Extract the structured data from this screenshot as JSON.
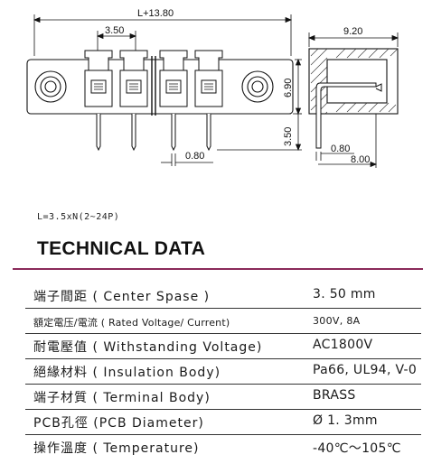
{
  "drawing": {
    "dim_total": "L+13.80",
    "dim_pitch": "3.50",
    "dim_height": "6.90",
    "dim_pin_length": "3.50",
    "dim_pin_width": "0.80",
    "dim_side_width": "9.20",
    "dim_side_pin": "0.80",
    "dim_side_depth": "8.00"
  },
  "formula": "L=3.5xN(2~24P)",
  "title": "TECHNICAL DATA",
  "specs": [
    {
      "label": "端子間距 ( Center Spase )",
      "value": "3. 50 mm"
    },
    {
      "label": "額定電压/電流 ( Rated Voltage/ Current)",
      "value": "300V, 8A"
    },
    {
      "label": "耐電壓值 ( Withstanding Voltage)",
      "value": "AC1800V"
    },
    {
      "label": "絕緣材料 ( Insulation Body)",
      "value": "Pa66, UL94, V-0"
    },
    {
      "label": "端子材質 ( Terminal Body)",
      "value": "BRASS"
    },
    {
      "label": "PCB孔徑  (PCB Diameter)",
      "value": "Ø 1. 3mm"
    },
    {
      "label": "操作溫度 ( Temperature)",
      "value": "-40℃～105℃"
    }
  ]
}
